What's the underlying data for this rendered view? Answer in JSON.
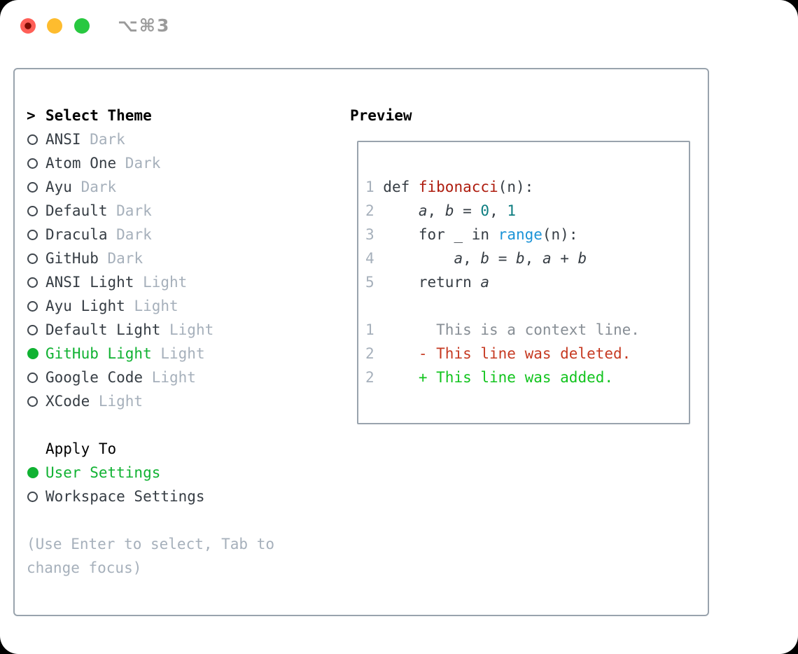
{
  "window": {
    "shortcut_label": "⌥⌘3"
  },
  "colors": {
    "traffic_red": "#ff5f57",
    "traffic_yellow": "#febc2e",
    "traffic_green": "#28c840",
    "panel_border": "#99a3ad",
    "accent_green": "#10b232",
    "muted_gray": "#a6b0bb",
    "text_dark": "#363d44",
    "func_red": "#ae1c0e",
    "builtin_blue": "#1b93d7",
    "number_teal": "#0d7d80",
    "diff_context": "#878e95",
    "diff_deleted": "#c63a22",
    "diff_added": "#12c41e"
  },
  "theme_selector": {
    "header_prefix": ">",
    "header": "Select Theme",
    "items": [
      {
        "name": "ANSI",
        "variant": "Dark",
        "selected": false
      },
      {
        "name": "Atom One",
        "variant": "Dark",
        "selected": false
      },
      {
        "name": "Ayu",
        "variant": "Dark",
        "selected": false
      },
      {
        "name": "Default",
        "variant": "Dark",
        "selected": false
      },
      {
        "name": "Dracula",
        "variant": "Dark",
        "selected": false
      },
      {
        "name": "GitHub",
        "variant": "Dark",
        "selected": false
      },
      {
        "name": "ANSI Light",
        "variant": "Light",
        "selected": false
      },
      {
        "name": "Ayu Light",
        "variant": "Light",
        "selected": false
      },
      {
        "name": "Default Light",
        "variant": "Light",
        "selected": false
      },
      {
        "name": "GitHub Light",
        "variant": "Light",
        "selected": true
      },
      {
        "name": "Google Code",
        "variant": "Light",
        "selected": false
      },
      {
        "name": "XCode",
        "variant": "Light",
        "selected": false
      }
    ]
  },
  "apply_to": {
    "header": "Apply To",
    "options": [
      {
        "label": "User Settings",
        "selected": true
      },
      {
        "label": "Workspace Settings",
        "selected": false
      }
    ]
  },
  "hint": {
    "line1": "(Use Enter to select, Tab to",
    "line2": "change focus)"
  },
  "preview": {
    "header": "Preview",
    "lines": [
      {
        "num": "1",
        "tokens": [
          {
            "t": "def ",
            "c": "code"
          },
          {
            "t": "fibonacci",
            "c": "func"
          },
          {
            "t": "(n):",
            "c": "code"
          }
        ]
      },
      {
        "num": "2",
        "tokens": [
          {
            "t": "    ",
            "c": "code"
          },
          {
            "t": "a",
            "c": "var"
          },
          {
            "t": ", ",
            "c": "code"
          },
          {
            "t": "b",
            "c": "var"
          },
          {
            "t": " = ",
            "c": "code"
          },
          {
            "t": "0",
            "c": "num"
          },
          {
            "t": ", ",
            "c": "code"
          },
          {
            "t": "1",
            "c": "num"
          }
        ]
      },
      {
        "num": "3",
        "tokens": [
          {
            "t": "    for _ in ",
            "c": "code"
          },
          {
            "t": "range",
            "c": "builtin"
          },
          {
            "t": "(n):",
            "c": "code"
          }
        ]
      },
      {
        "num": "4",
        "tokens": [
          {
            "t": "        ",
            "c": "code"
          },
          {
            "t": "a",
            "c": "var"
          },
          {
            "t": ", ",
            "c": "code"
          },
          {
            "t": "b",
            "c": "var"
          },
          {
            "t": " = ",
            "c": "code"
          },
          {
            "t": "b",
            "c": "var"
          },
          {
            "t": ", ",
            "c": "code"
          },
          {
            "t": "a",
            "c": "var"
          },
          {
            "t": " + ",
            "c": "code"
          },
          {
            "t": "b",
            "c": "var"
          }
        ]
      },
      {
        "num": "5",
        "tokens": [
          {
            "t": "    return ",
            "c": "code"
          },
          {
            "t": "a",
            "c": "var"
          }
        ]
      },
      {
        "num": "",
        "tokens": []
      },
      {
        "num": "1",
        "tokens": [
          {
            "t": "      ",
            "c": "code"
          },
          {
            "t": "This is a context line.",
            "c": "ctx"
          }
        ]
      },
      {
        "num": "2",
        "tokens": [
          {
            "t": "    ",
            "c": "code"
          },
          {
            "t": "- This line was deleted.",
            "c": "del"
          }
        ]
      },
      {
        "num": "2",
        "tokens": [
          {
            "t": "    ",
            "c": "code"
          },
          {
            "t": "+ This line was added.",
            "c": "add"
          }
        ]
      }
    ]
  }
}
